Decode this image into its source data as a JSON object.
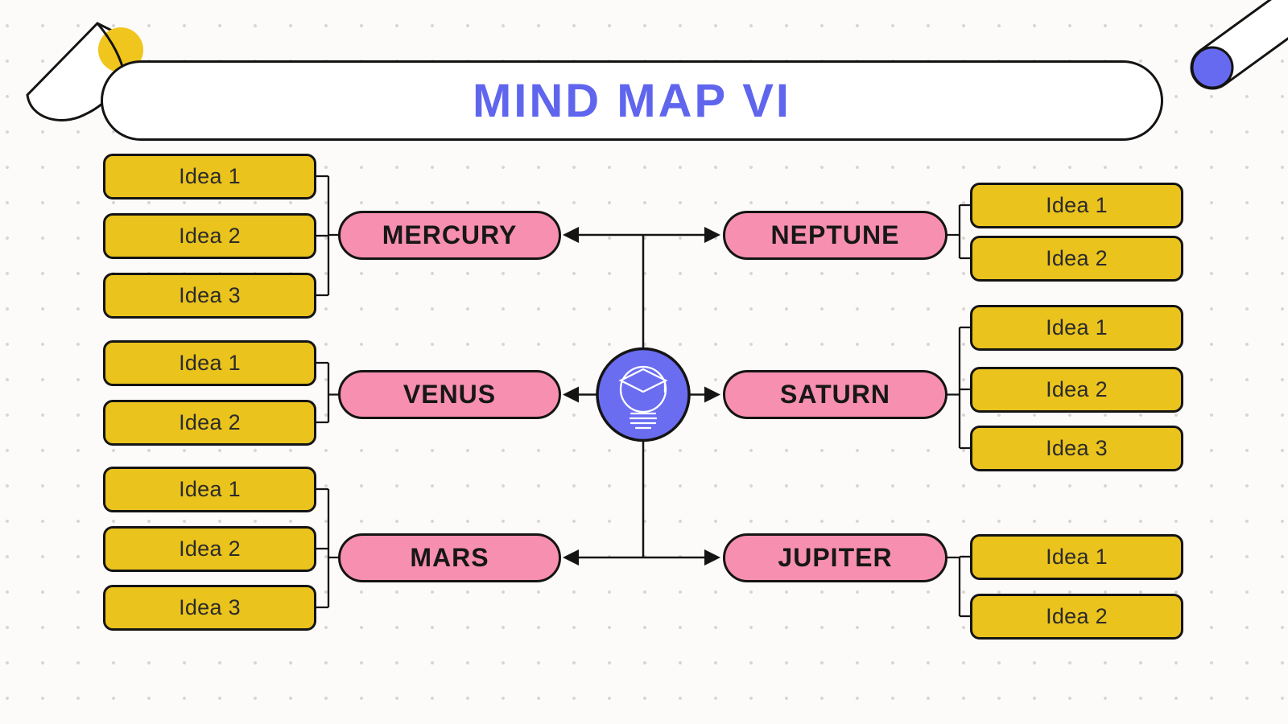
{
  "title": "MIND MAP VI",
  "central_node": {
    "icon": "lightbulb-graduation-icon"
  },
  "nodes": [
    {
      "id": "mercury",
      "label": "MERCURY",
      "side": "left",
      "row": 0,
      "ideas": [
        "Idea 1",
        "Idea 2",
        "Idea 3"
      ]
    },
    {
      "id": "venus",
      "label": "VENUS",
      "side": "left",
      "row": 1,
      "ideas": [
        "Idea 1",
        "Idea 2"
      ]
    },
    {
      "id": "mars",
      "label": "MARS",
      "side": "left",
      "row": 2,
      "ideas": [
        "Idea 1",
        "Idea 2",
        "Idea 3"
      ]
    },
    {
      "id": "neptune",
      "label": "NEPTUNE",
      "side": "right",
      "row": 0,
      "ideas": [
        "Idea 1",
        "Idea 2"
      ]
    },
    {
      "id": "saturn",
      "label": "SATURN",
      "side": "right",
      "row": 1,
      "ideas": [
        "Idea 1",
        "Idea 2",
        "Idea 3"
      ]
    },
    {
      "id": "jupiter",
      "label": "JUPITER",
      "side": "right",
      "row": 2,
      "ideas": [
        "Idea 1",
        "Idea 2"
      ]
    }
  ],
  "colors": {
    "background": "#fcfbf9",
    "dot_grid": "#d8d5d3",
    "outline": "#141414",
    "title_text": "#6065ee",
    "node_pink": "#f78fb1",
    "idea_yellow": "#eac31d",
    "hub_purple": "#6a6df0",
    "decor_yellow": "#f0c51d",
    "decor_blue": "#666af0"
  }
}
